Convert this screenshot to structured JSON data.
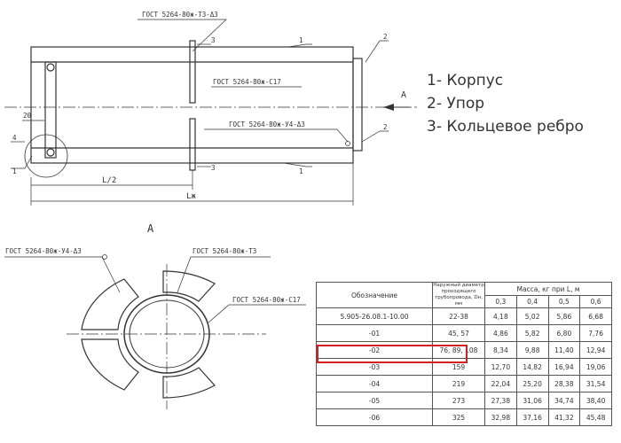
{
  "drawing": {
    "gost_t3_d3": "ГОСТ 5264-80ж-Т3-Δ3",
    "gost_c17": "ГОСТ 5264-80ж-С17",
    "gost_y4_d3": "ГОСТ 5264-80ж-У4-Δ3",
    "dim_20": "20",
    "dim_half": "L/2",
    "dim_total": "Lж",
    "view_arrow": "A",
    "view_title": "A",
    "callout_1": "1",
    "callout_2": "2",
    "callout_3": "3",
    "callout_4": "4",
    "section_gost_y4_d3": "ГОСТ 5264-80ж-У4-Δ3",
    "section_gost_t3": "ГОСТ 5264-80ж-Т3",
    "section_gost_c17": "ГОСТ 5264-80ж-С17"
  },
  "legend": [
    "1- Корпус",
    "2- Упор",
    "3- Кольцевое ребро"
  ],
  "table": {
    "col_designation": "Обозначение",
    "col_diameter": "Наружный диаметр проходящего трубопровода, Dн, мм",
    "col_mass": "Масса, кг при L, м",
    "lengths": [
      "0,3",
      "0,4",
      "0,5",
      "0,6"
    ],
    "rows": [
      {
        "designation": "5.905-26.08.1-10.00",
        "diameter": "22-38",
        "m1": "4,18",
        "m2": "5,02",
        "m3": "5,86",
        "m4": "6,68"
      },
      {
        "designation": "-01",
        "diameter": "45, 57",
        "m1": "4,86",
        "m2": "5,82",
        "m3": "6,80",
        "m4": "7,76"
      },
      {
        "designation": "-02",
        "diameter": "76, 89, 108",
        "m1": "8,34",
        "m2": "9,88",
        "m3": "11,40",
        "m4": "12,94"
      },
      {
        "designation": "-03",
        "diameter": "159",
        "m1": "12,70",
        "m2": "14,82",
        "m3": "16,94",
        "m4": "19,06"
      },
      {
        "designation": "-04",
        "diameter": "219",
        "m1": "22,04",
        "m2": "25,20",
        "m3": "28,38",
        "m4": "31,54"
      },
      {
        "designation": "-05",
        "diameter": "273",
        "m1": "27,38",
        "m2": "31,06",
        "m3": "34,74",
        "m4": "38,40"
      },
      {
        "designation": "-06",
        "diameter": "325",
        "m1": "32,98",
        "m2": "37,16",
        "m3": "41,32",
        "m4": "45,48"
      }
    ]
  },
  "highlight_color": "#d21f1f"
}
